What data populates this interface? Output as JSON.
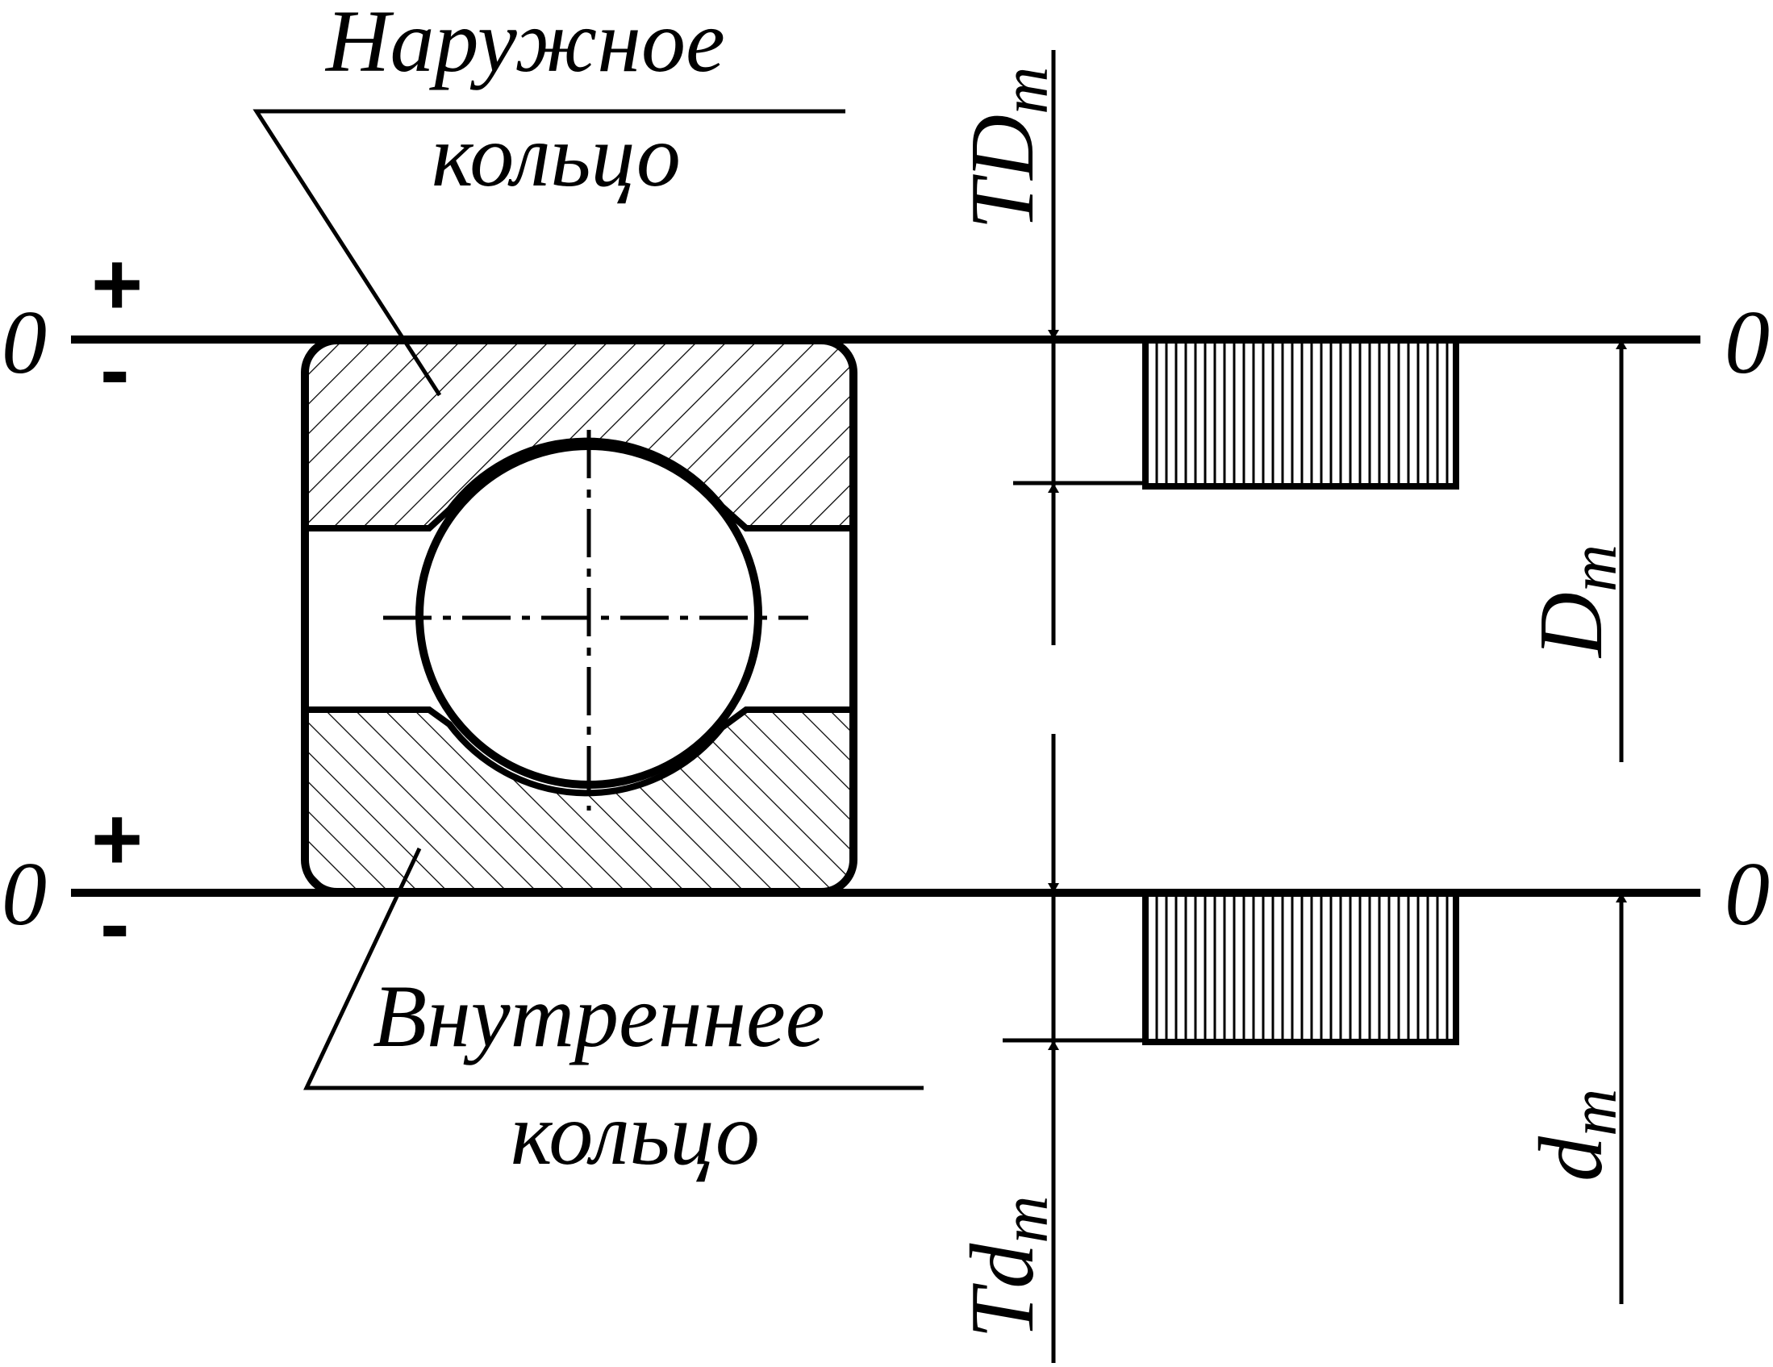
{
  "colors": {
    "ink": "#000000",
    "paper": "#ffffff"
  },
  "labels": {
    "outer_ring_line1": "Наружное",
    "outer_ring_line2": "кольцо",
    "inner_ring_line1": "Внутреннее",
    "inner_ring_line2": "кольцо"
  },
  "zero_lines": {
    "top_left": "0",
    "top_right": "0",
    "bottom_left": "0",
    "bottom_right": "0",
    "plus": "+",
    "minus": "-"
  },
  "dimensions": {
    "outer_tolerance": {
      "base": "TD",
      "sub": "m"
    },
    "outer_diameter": {
      "base": "D",
      "sub": "m"
    },
    "inner_tolerance": {
      "base": "Td",
      "sub": "m"
    },
    "inner_diameter": {
      "base": "d",
      "sub": "m"
    }
  }
}
